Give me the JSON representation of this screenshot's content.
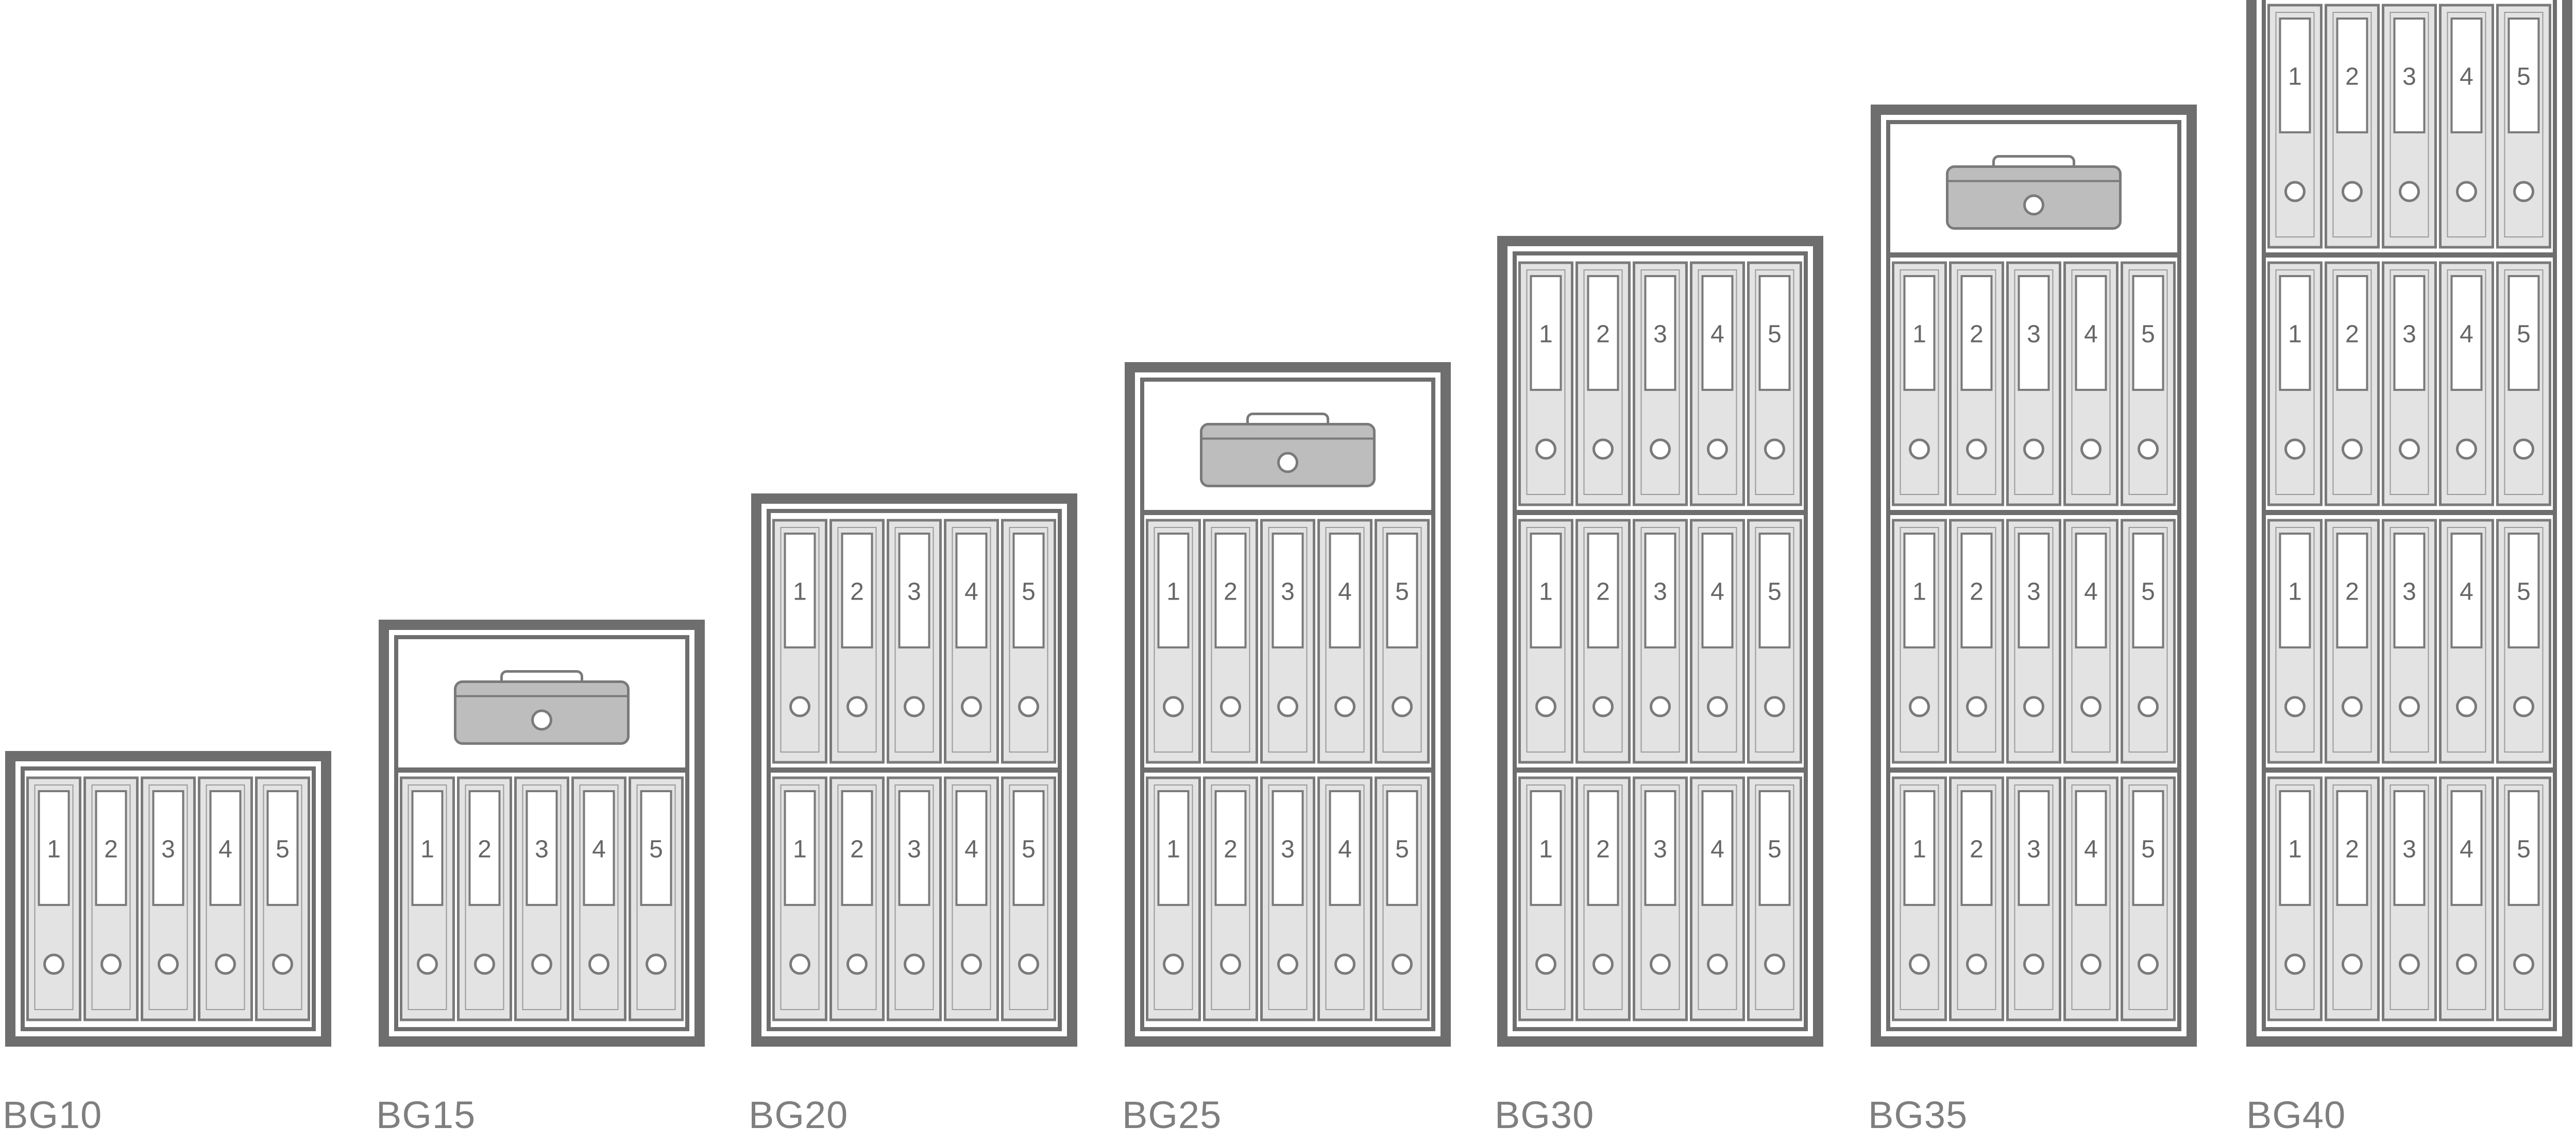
{
  "colors": {
    "background": "#ffffff",
    "frame": "#6e6e6e",
    "binder_fill": "#e3e3e3",
    "binder_stroke": "#7a7a7a",
    "label_fill": "#ffffff",
    "box_fill": "#bdbdbd",
    "label_text": "#7f7f7f"
  },
  "icons": {
    "binder": "binder-icon",
    "cash_box": "cash-box-icon"
  },
  "safes": [
    {
      "model": "BG10",
      "cash_box": false,
      "binder_rows": 1,
      "binder_labels": [
        "1",
        "2",
        "3",
        "4",
        "5"
      ]
    },
    {
      "model": "BG15",
      "cash_box": true,
      "binder_rows": 1,
      "binder_labels": [
        "1",
        "2",
        "3",
        "4",
        "5"
      ]
    },
    {
      "model": "BG20",
      "cash_box": false,
      "binder_rows": 2,
      "binder_labels": [
        "1",
        "2",
        "3",
        "4",
        "5"
      ]
    },
    {
      "model": "BG25",
      "cash_box": true,
      "binder_rows": 2,
      "binder_labels": [
        "1",
        "2",
        "3",
        "4",
        "5"
      ]
    },
    {
      "model": "BG30",
      "cash_box": false,
      "binder_rows": 3,
      "binder_labels": [
        "1",
        "2",
        "3",
        "4",
        "5"
      ]
    },
    {
      "model": "BG35",
      "cash_box": true,
      "binder_rows": 3,
      "binder_labels": [
        "1",
        "2",
        "3",
        "4",
        "5"
      ]
    },
    {
      "model": "BG40",
      "cash_box": false,
      "binder_rows": 4,
      "binder_labels": [
        "1",
        "2",
        "3",
        "4",
        "5"
      ]
    }
  ]
}
